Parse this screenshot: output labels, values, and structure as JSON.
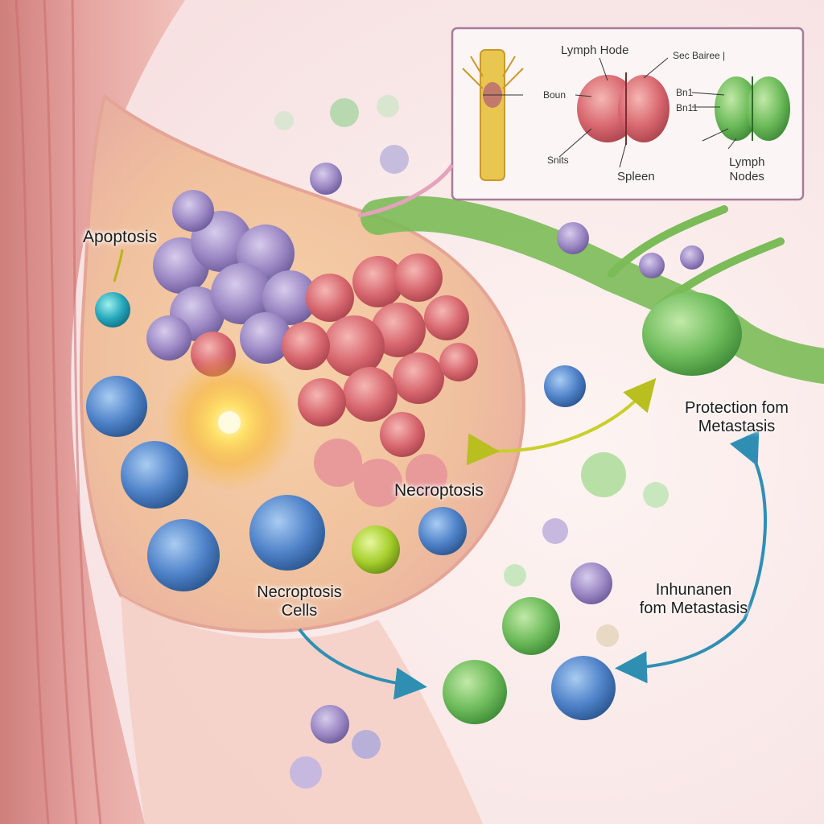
{
  "labels": {
    "apoptosis": "Apoptosis",
    "necroptosis": "Necroptosis",
    "necroptosis_cells_line1": "Necroptosis",
    "necroptosis_cells_line2": "Cells",
    "protection_line1": "Protection fom",
    "protection_line2": "Metastasis",
    "immune_line1": "Inhunanen",
    "immune_line2": "fom Metastasis"
  },
  "inset": {
    "lymph_node": "Lymph Hode",
    "sec_bairee": "Sec Bairee",
    "sec_bairee_mark": "|",
    "boun": "Boun",
    "bn1": "Bn1",
    "bn11": "Bn11",
    "snits": "Snits",
    "spleen": "Spleen",
    "lymph_nodes_line1": "Lymph",
    "lymph_nodes_line2": "Nodes"
  },
  "colors": {
    "background": "#fbeeee",
    "skin": "#e9aaa6",
    "breast_tissue": "#f3c9a8",
    "tumor_red": "#d8676f",
    "tumor_purple": "#9b88c4",
    "immune_blue": "#4f82c9",
    "immune_green": "#6dbb5a",
    "arrow_teal": "#2f8fb3",
    "arrow_yellow": "#c9cf2a",
    "inset_border": "#a77c98"
  }
}
